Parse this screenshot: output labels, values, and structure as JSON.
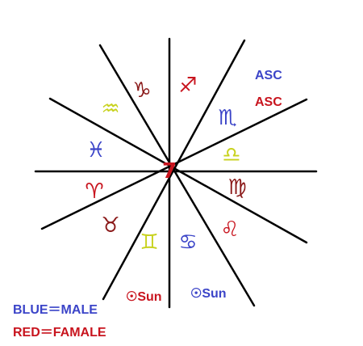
{
  "colors": {
    "blue": "#3b44c8",
    "red": "#c8141e",
    "brown": "#8b1a1a",
    "yellow_green": "#c8d21e",
    "line": "#000000"
  },
  "signs": {
    "capricorn": {
      "glyph": "♑",
      "color": "#8b1a1a"
    },
    "sagittarius": {
      "glyph": "♐",
      "color": "#c8141e"
    },
    "aquarius": {
      "glyph": "♒",
      "color": "#c8d21e"
    },
    "scorpio": {
      "glyph": "♏",
      "color": "#3b44c8"
    },
    "pisces": {
      "glyph": "♓",
      "color": "#3b44c8"
    },
    "libra": {
      "glyph": "♎",
      "color": "#c8d21e"
    },
    "aries": {
      "glyph": "♈",
      "color": "#c8141e"
    },
    "virgo": {
      "glyph": "♍",
      "color": "#8b1a1a"
    },
    "taurus": {
      "glyph": "♉",
      "color": "#8b1a1a"
    },
    "leo": {
      "glyph": "♌",
      "color": "#c8141e"
    },
    "gemini": {
      "glyph": "♊",
      "color": "#c8d21e"
    },
    "cancer": {
      "glyph": "♋",
      "color": "#3b44c8"
    }
  },
  "center_mark": {
    "text": "7",
    "color": "#c8141e"
  },
  "markers": {
    "asc_blue": "ASC",
    "asc_red": "ASC",
    "sun_red": "☉Sun",
    "sun_blue": "☉Sun"
  },
  "legend": {
    "male": "BLUE＝MALE",
    "female": "RED＝FAMALE"
  }
}
